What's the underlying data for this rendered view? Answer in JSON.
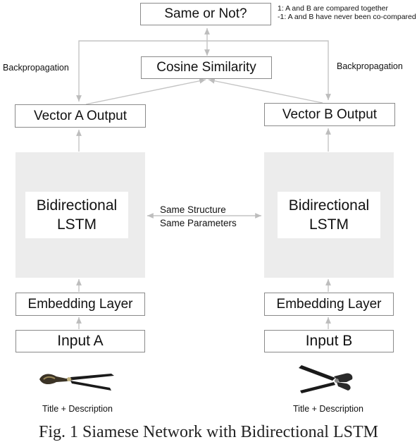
{
  "nodes": {
    "same_or_not": "Same or Not?",
    "cosine_similarity": "Cosine Similarity",
    "vector_a_output": "Vector A Output",
    "vector_b_output": "Vector B Output",
    "bilstm_a": [
      "Bidirectional",
      "LSTM"
    ],
    "bilstm_b": [
      "Bidirectional",
      "LSTM"
    ],
    "embedding_a": "Embedding Layer",
    "embedding_b": "Embedding Layer",
    "input_a": "Input A",
    "input_b": "Input B"
  },
  "legend": [
    "1: A and B are compared together",
    "-1: A and B have never been co-compared"
  ],
  "labels": {
    "backprop_left": "Backpropagation",
    "backprop_right": "Backpropagation",
    "shared": [
      "Same Structure",
      "Same Parameters"
    ],
    "title_desc_a": "Title + Description",
    "title_desc_b": "Title + Description"
  },
  "icons": {
    "product_a": "pliers-icon",
    "product_b": "pliers-icon"
  },
  "colors": {
    "arrow": "#bdbdbd",
    "border": "#8a8a8a",
    "panel": "#ececec"
  },
  "caption": "Fig. 1 Siamese Network with Bidirectional LSTM"
}
